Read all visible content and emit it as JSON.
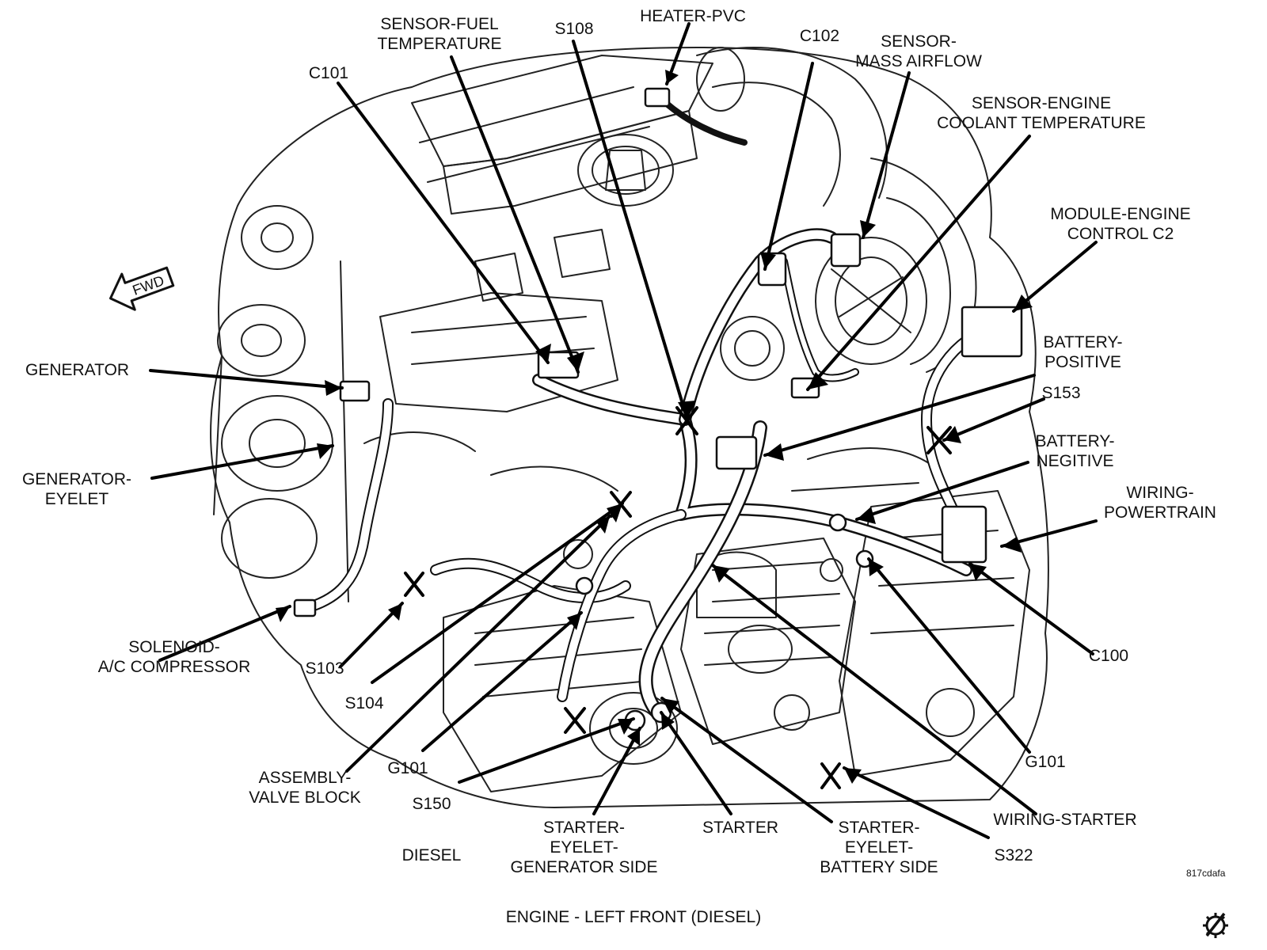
{
  "labels": {
    "sensor_fuel_temp": [
      "SENSOR-FUEL",
      "TEMPERATURE"
    ],
    "s108": "S108",
    "heater_pvc": "HEATER-PVC",
    "c102": "C102",
    "sensor_maf": [
      "SENSOR-",
      "MASS AIRFLOW"
    ],
    "c101": "C101",
    "sensor_ect": [
      "SENSOR-ENGINE",
      "COOLANT TEMPERATURE"
    ],
    "module_ecm": [
      "MODULE-ENGINE",
      "CONTROL C2"
    ],
    "fwd": "FWD",
    "generator": "GENERATOR",
    "battery_positive": [
      "BATTERY-",
      "POSITIVE"
    ],
    "s153": "S153",
    "battery_negative": [
      "BATTERY-",
      "NEGITIVE"
    ],
    "generator_eyelet": [
      "GENERATOR-",
      "EYELET"
    ],
    "wiring_powertrain": [
      "WIRING-",
      "POWERTRAIN"
    ],
    "solenoid_ac": [
      "SOLENOID-",
      "A/C COMPRESSOR"
    ],
    "s103": "S103",
    "c100": "C100",
    "s104": "S104",
    "assembly_valve": [
      "ASSEMBLY-",
      "VALVE BLOCK"
    ],
    "g101_left": "G101",
    "g101_right": "G101",
    "s150": "S150",
    "wiring_starter": "WIRING-STARTER",
    "starter_eyelet_gen": [
      "STARTER-",
      "EYELET-",
      "GENERATOR SIDE"
    ],
    "starter": "STARTER",
    "starter_eyelet_bat": [
      "STARTER-",
      "EYELET-",
      "BATTERY SIDE"
    ],
    "s322": "S322",
    "diesel": "DIESEL",
    "figure_code": "817cdafa",
    "caption": "ENGINE - LEFT FRONT  (DIESEL)"
  },
  "icons": {
    "direction": "fwd-arrow-icon",
    "footer": "gear-slash-icon"
  }
}
